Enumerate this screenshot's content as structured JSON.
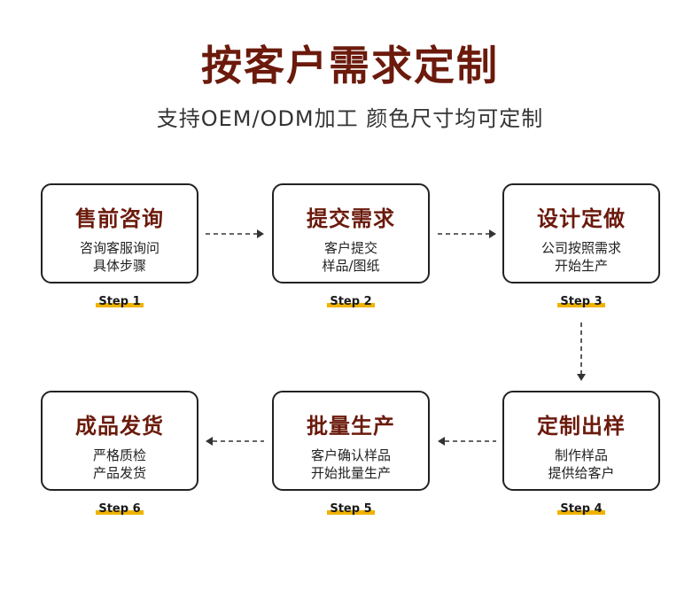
{
  "header": {
    "title": "按客户需求定制",
    "subtitle": "支持OEM/ODM加工 颜色尺寸均可定制"
  },
  "colors": {
    "title": "#6b1a0c",
    "step_highlight": "#f0b300",
    "border": "#222222"
  },
  "steps": [
    {
      "title": "售前咨询",
      "lines": [
        "咨询客服询问",
        "具体步骤"
      ],
      "label": "Step 1"
    },
    {
      "title": "提交需求",
      "lines": [
        "客户提交",
        "样品/图纸"
      ],
      "label": "Step 2"
    },
    {
      "title": "设计定做",
      "lines": [
        "公司按照需求",
        "开始生产"
      ],
      "label": "Step 3"
    },
    {
      "title": "定制出样",
      "lines": [
        "制作样品",
        "提供给客户"
      ],
      "label": "Step 4"
    },
    {
      "title": "批量生产",
      "lines": [
        "客户确认样品",
        "开始批量生产"
      ],
      "label": "Step 5"
    },
    {
      "title": "成品发货",
      "lines": [
        "严格质检",
        "产品发货"
      ],
      "label": "Step 6"
    }
  ]
}
